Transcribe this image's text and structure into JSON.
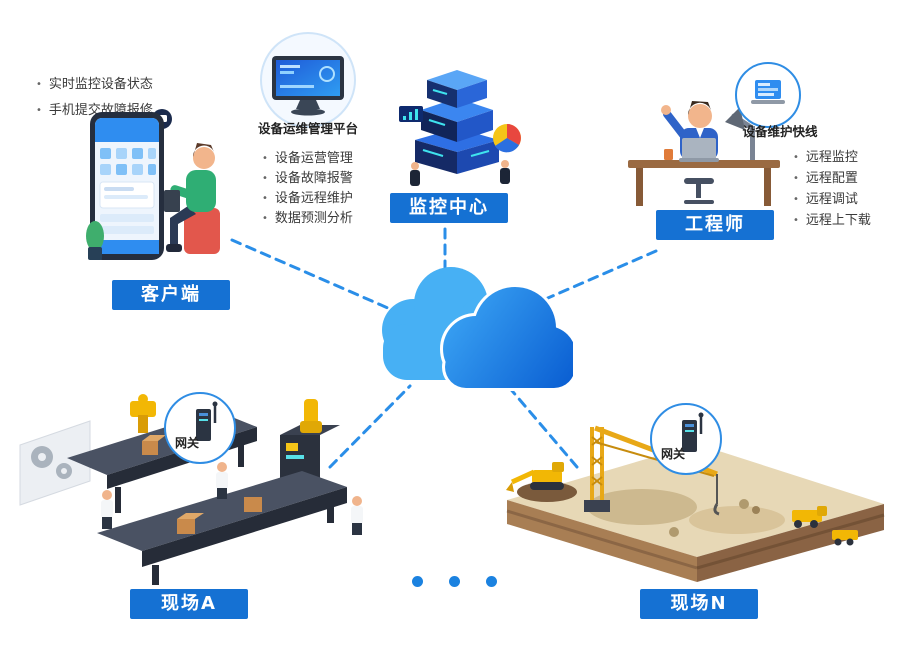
{
  "nodes": {
    "client": {
      "label": "客户端",
      "bullets": [
        "实时监控设备状态",
        "手机提交故障报修"
      ]
    },
    "control_center": {
      "label": "监控中心",
      "platform_caption": "设备运维管理平台",
      "bullets": [
        "设备运营管理",
        "设备故障报警",
        "设备远程维护",
        "数据预测分析"
      ]
    },
    "engineer": {
      "label": "工程师",
      "hotline_caption": "设备维护快线",
      "bullets": [
        "远程监控",
        "远程配置",
        "远程调试",
        "远程上下载"
      ]
    },
    "site_a": {
      "label": "现场A",
      "gateway_label": "网关"
    },
    "site_n": {
      "label": "现场N",
      "gateway_label": "网关"
    }
  },
  "colors": {
    "label_background": "#1571d3",
    "cloud_light": "#47b0f4",
    "cloud_dark": "#0a5ed2",
    "link_dash": "#2a8ee8",
    "accent_yellow": "#f2b705",
    "bullet_text": "#3a3a3a"
  }
}
